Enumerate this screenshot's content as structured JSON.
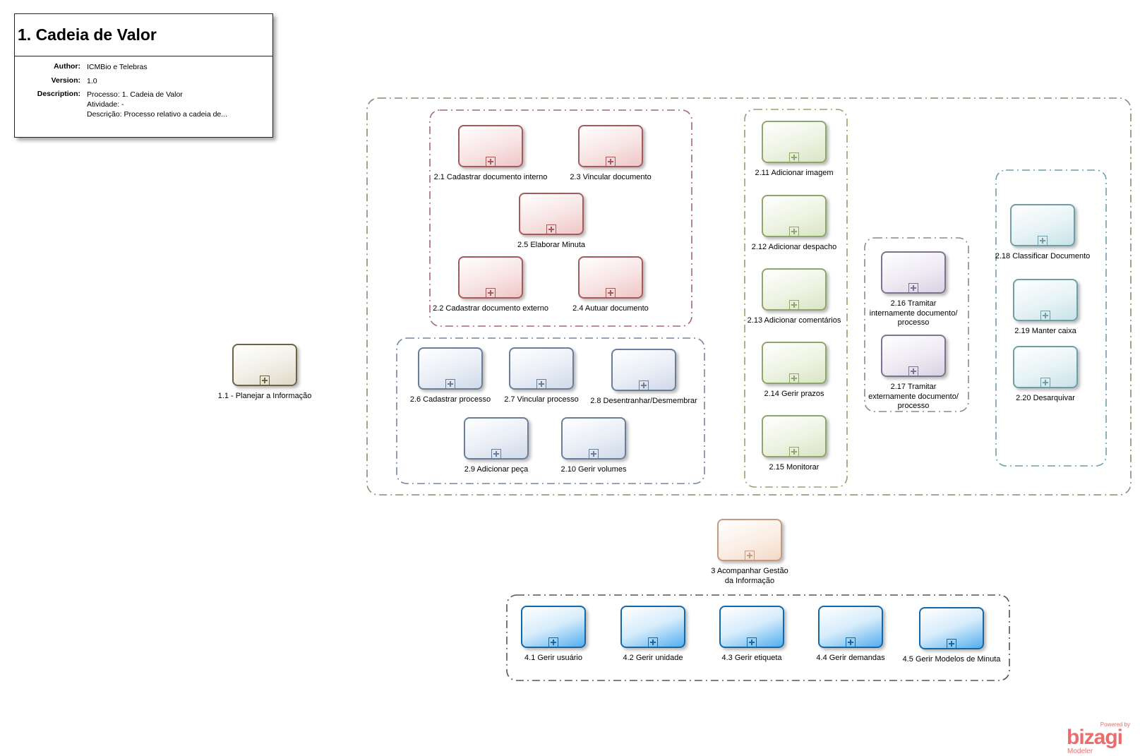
{
  "info": {
    "title": "1. Cadeia de Valor",
    "author_label": "Author:",
    "author": "ICMBio e Telebras",
    "version_label": "Version:",
    "version": "1.0",
    "description_label": "Description:",
    "description": "Processo: 1. Cadeia de Valor\nAtividade: -\nDescrição: Processo relativo a cadeia de..."
  },
  "tasks": {
    "t1_1": "1.1 - Planejar a Informação",
    "t2_1": "2.1 Cadastrar documento interno",
    "t2_3": "2.3 Vincular documento",
    "t2_5": "2.5 Elaborar Minuta",
    "t2_2": "2.2 Cadastrar documento externo",
    "t2_4": "2.4 Autuar documento",
    "t2_6": "2.6 Cadastrar processo",
    "t2_7": "2.7 Vincular processo",
    "t2_8": "2.8 Desentranhar/Desmembrar",
    "t2_9": "2.9 Adicionar peça",
    "t2_10": "2.10 Gerir volumes",
    "t2_11": "2.11 Adicionar imagem",
    "t2_12": "2.12 Adicionar despacho",
    "t2_13": "2.13 Adicionar comentários",
    "t2_14": "2.14 Gerir prazos",
    "t2_15": "2.15 Monitorar",
    "t2_16": "2.16 Tramitar internamente documento/ processo",
    "t2_17": "2.17 Tramitar externamente documento/ processo",
    "t2_18": "2.18 Classificar Documento",
    "t2_19": "2.19 Manter caixa",
    "t2_20": "2.20 Desarquivar",
    "t3": "3 Acompanhar Gestão da Informação",
    "t4_1": "4.1 Gerir usuário",
    "t4_2": "4.2 Gerir unidade",
    "t4_3": "4.3 Gerir etiqueta",
    "t4_4": "4.4 Gerir demandas",
    "t4_5": "4.5  Gerir Modelos de Minuta"
  },
  "logo": {
    "powered": "Powered by",
    "word": "bizagi",
    "product": "Modeler"
  },
  "colors": {
    "olive": "#6b6444",
    "red": "#a55a5c",
    "steel": "#6a7e9a",
    "green": "#8ea56c",
    "purple": "#7d728f",
    "teal": "#6e9ea8",
    "orange": "#c49a80",
    "blue": "#1667a7",
    "group_outer": "#8a8a70",
    "brand": "#ee6b6b"
  }
}
